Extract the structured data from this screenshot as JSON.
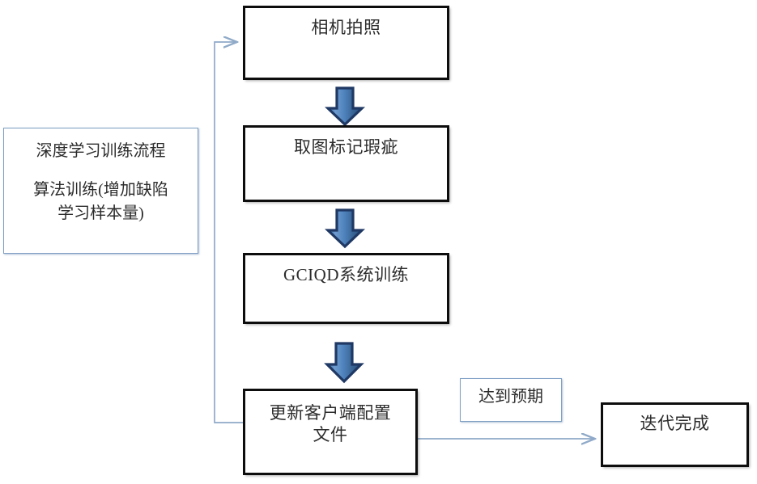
{
  "diagram": {
    "title_text": "深度学习训练流程",
    "nodes": {
      "annotation": {
        "line1": "深度学习训练流程",
        "line2": "算法训练(增加缺陷\n学习样本量)"
      },
      "camera": {
        "label": "相机拍照"
      },
      "mark_defect": {
        "label": "取图标记瑕疵"
      },
      "system_train": {
        "label": "GCIQD系统训练"
      },
      "update_config": {
        "label": "更新客户端配置\n文件"
      },
      "expectation": {
        "label": "达到预期"
      },
      "iteration_done": {
        "label": "迭代完成"
      }
    },
    "icons": {
      "arrow_1": "down-block-arrow-icon",
      "arrow_2": "down-block-arrow-icon",
      "arrow_3": "down-block-arrow-icon",
      "feedback_arrow": "feedback-loop-arrow-icon",
      "result_arrow": "right-arrow-icon"
    },
    "colors": {
      "node_border": "#0d0d0d",
      "thin_border": "#7f9fc4",
      "arrow_fill": "#4a7ebb",
      "arrow_fill_dark": "#2f5c92",
      "arrow_outline": "#1f3864",
      "connector_line": "#8faac8",
      "text": "#2c2c2c",
      "background": "#ffffff"
    }
  }
}
